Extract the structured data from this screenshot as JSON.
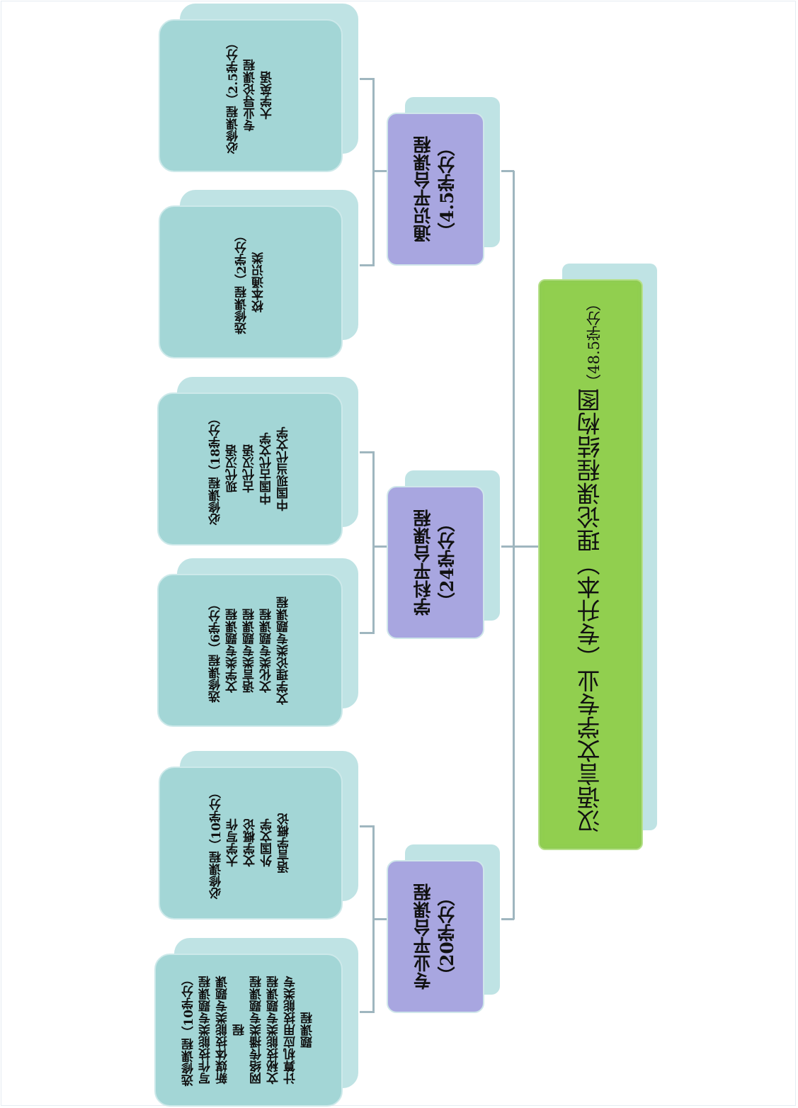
{
  "root": {
    "title": "汉语言文学专业（专升本）理论课程结构图",
    "credits": "（48.5学分）"
  },
  "platforms": [
    {
      "label": "通识平台课程\n（4.5学分）",
      "groups": [
        {
          "text": "必修课程（2.5学分）\n专业导论课程\n大学英语"
        },
        {
          "text": "选修课程（2学分）\n校本通识类"
        }
      ]
    },
    {
      "label": "学科平台课程\n（24学分）",
      "groups": [
        {
          "text": "必修课程（18学分）\n现代汉语\n古代汉语\n中国古代文学\n中国现当代文学"
        },
        {
          "text": "选修课程（6学分）\n文学类专题课程\n语言类专题课程\n文化类专题课程\n文学理论类专题课程"
        }
      ]
    },
    {
      "label": "专业平台课程\n（20学分）",
      "groups": [
        {
          "text": "必修课程（10学分）\n大学写作\n文学概论\n外国文学\n语言学概论"
        },
        {
          "text": "选修课程（10学分）\n写作技能类专题课程\n新媒体技能类专题课\n程\n网络传播类专题课程\n文秘技能类专题课程\n计算机应用技能类专\n题课程"
        }
      ]
    }
  ]
}
